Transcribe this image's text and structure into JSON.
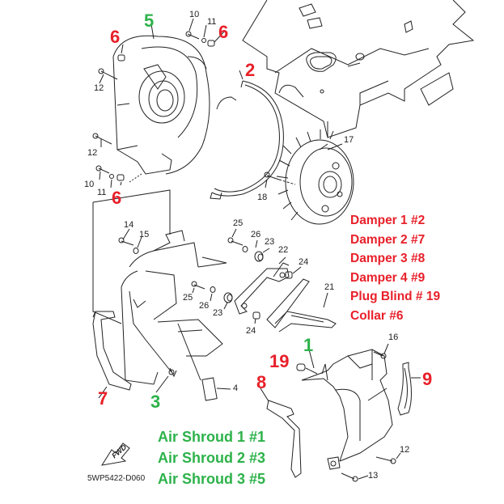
{
  "diagram": {
    "title": "Exploded parts diagram – air shroud / fan cover assembly",
    "drawing_code": "5WP5422-D060",
    "fwd_arrow_label": "FWD",
    "part_numbers": [
      "10",
      "11",
      "12",
      "12",
      "10",
      "11",
      "14",
      "15",
      "17",
      "18",
      "25",
      "26",
      "23",
      "22",
      "24",
      "21",
      "25",
      "26",
      "23",
      "24",
      "4",
      "16",
      "12",
      "13"
    ],
    "callouts_red": [
      {
        "id": "callout-6-left-top",
        "text": "6"
      },
      {
        "id": "callout-6-right-top",
        "text": "6"
      },
      {
        "id": "callout-6-lower",
        "text": "6"
      },
      {
        "id": "callout-2",
        "text": "2"
      },
      {
        "id": "callout-7",
        "text": "7"
      },
      {
        "id": "callout-8",
        "text": "8"
      },
      {
        "id": "callout-19",
        "text": "19"
      },
      {
        "id": "callout-9",
        "text": "9"
      }
    ],
    "callouts_green": [
      {
        "id": "callout-5",
        "text": "5"
      },
      {
        "id": "callout-3",
        "text": "3"
      },
      {
        "id": "callout-1",
        "text": "1"
      }
    ]
  },
  "legend_red": [
    "Damper 1 #2",
    "Damper 2 #7",
    "Damper 3 #8",
    "Damper 4 #9",
    "Plug Blind # 19",
    "Collar #6"
  ],
  "legend_green": [
    "Air Shroud 1 #1",
    "Air Shroud 2 #3",
    "Air Shroud 3 #5"
  ],
  "colors": {
    "red_label": "#e8202a",
    "green_label": "#2db24a",
    "line_art": "#222222"
  }
}
